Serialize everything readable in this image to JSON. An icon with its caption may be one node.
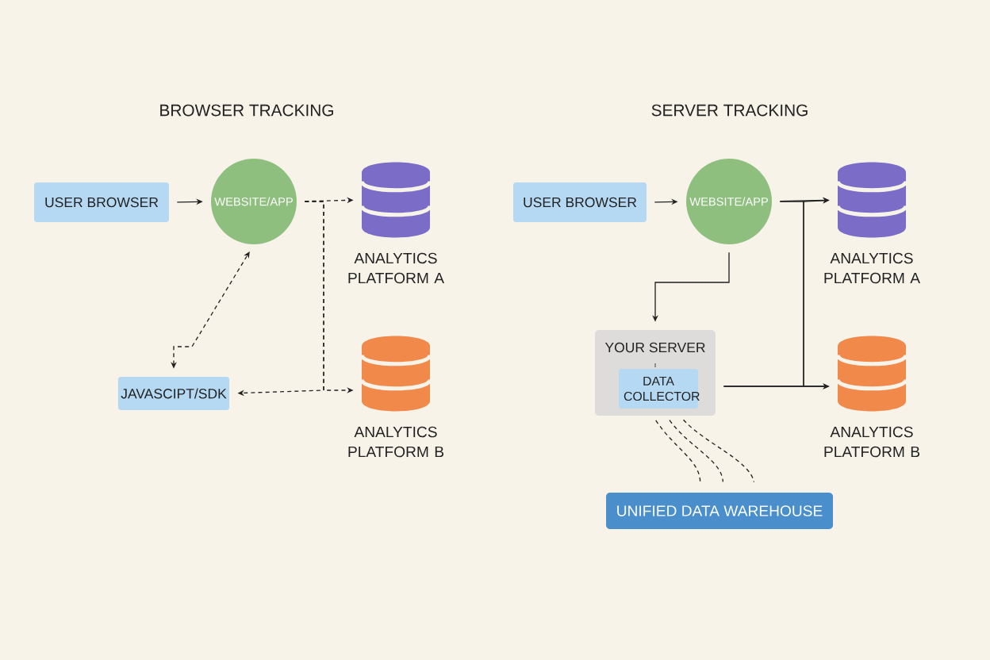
{
  "diagram": {
    "nodes": [
      {
        "text": [
          "USER BROWSER"
        ]
      },
      {
        "text": [
          "WEBSITE/APP"
        ]
      },
      {
        "text": [
          "ANALYTICS PLATFORM A"
        ]
      },
      {
        "text": [
          "JAVASCIPT/SDK"
        ]
      },
      {
        "text": [
          "ANALYTICS PLATFORM B"
        ]
      },
      {
        "text": [
          "USER BROWSER"
        ]
      },
      {
        "text": [
          "WEBSITE/APP"
        ]
      },
      {
        "text": [
          "ANALYTICS PLATFORM A"
        ]
      },
      {
        "text": [
          "YOUR SERVER"
        ]
      },
      {
        "text": [
          "DATA COLLECTOR"
        ],
        "in": 8
      },
      {
        "text": [
          "ANALYTICS PLATFORM B"
        ]
      },
      {
        "text": [
          "UNIFIED DATA WAREHOUSE"
        ]
      }
    ],
    "edges": [
      {
        "from": 0,
        "to": 1,
        "arrow": "to"
      },
      {
        "from": 1,
        "to": 2,
        "arrow": "to",
        "style": "dashed"
      },
      {
        "from": 1,
        "to": 3,
        "arrow": "to",
        "style": "dashed"
      },
      {
        "from": 1,
        "to": 4,
        "arrow": "to",
        "style": "dashed"
      },
      {
        "from": 3,
        "to": 1,
        "arrow": "both",
        "style": "dashed"
      },
      {
        "from": 5,
        "to": 6,
        "arrow": "to"
      },
      {
        "from": 6,
        "to": 7,
        "arrow": "to"
      },
      {
        "from": 6,
        "to": 10,
        "arrow": "to"
      },
      {
        "from": 6,
        "to": 8,
        "arrow": "to"
      },
      {
        "from": 8,
        "to": 10,
        "arrow": "to"
      },
      {
        "from": 8,
        "to": 7,
        "arrow": "to"
      },
      {
        "from": 8,
        "to": 11,
        "arrow": "none",
        "style": "dashed"
      },
      {
        "from": 8,
        "to": 11,
        "arrow": "none",
        "style": "dashed"
      },
      {
        "from": 8,
        "to": 11,
        "arrow": "none",
        "style": "dashed"
      }
    ],
    "labels": [
      "BROWSER TRACKING",
      "SERVER TRACKING"
    ]
  }
}
